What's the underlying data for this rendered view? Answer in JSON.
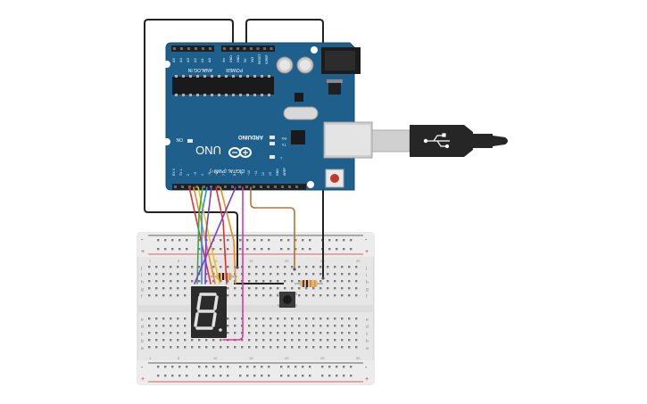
{
  "arduino": {
    "brand": "ARDUINO",
    "model": "UNO",
    "model_sub": "UNO",
    "on_label": "ON",
    "tx_label": "TX",
    "rx_label": "RX",
    "l_label": "L",
    "power_header": "POWER",
    "analog_header": "ANALOG IN",
    "digital_header": "DIGITAL (PWM~)",
    "analog_pins": [
      "A0",
      "A1",
      "A2",
      "A3",
      "A4",
      "A5"
    ],
    "power_pins": [
      "IOREF",
      "RESET",
      "3V3",
      "5V",
      "GND",
      "GND",
      "Vin"
    ],
    "digital_pins": [
      "AREF",
      "GND",
      "13",
      "12",
      "~11",
      "~10",
      "~9",
      "8",
      "7",
      "~6",
      "~5",
      "4",
      "~3",
      "2",
      "TX 1",
      "RX 0"
    ],
    "pcb_color": "#1f5f8b"
  },
  "breadboard": {
    "columns": [
      "1",
      "5",
      "10",
      "15",
      "20",
      "25",
      "30"
    ],
    "rows_top": [
      "j",
      "i",
      "h",
      "g",
      "f"
    ],
    "rows_bottom": [
      "e",
      "d",
      "c",
      "b",
      "a"
    ],
    "rail_plus": "+",
    "rail_minus": "-",
    "plus_color": "#d33a2c",
    "minus_color": "#3a3a3a"
  },
  "display": {
    "digit": "8",
    "segment_color": "#e0e0e0",
    "body_color": "#2b2b2b"
  },
  "wire_colors": {
    "black": "#222222",
    "brown": "#b87333",
    "red": "#e03030",
    "orange": "#f08a1c",
    "yellow": "#e8c51a",
    "green": "#3aa84a",
    "blue": "#2b8fd8",
    "purple": "#7a3ec8",
    "pink": "#d63aa0"
  },
  "usb_icon": "usb-icon"
}
